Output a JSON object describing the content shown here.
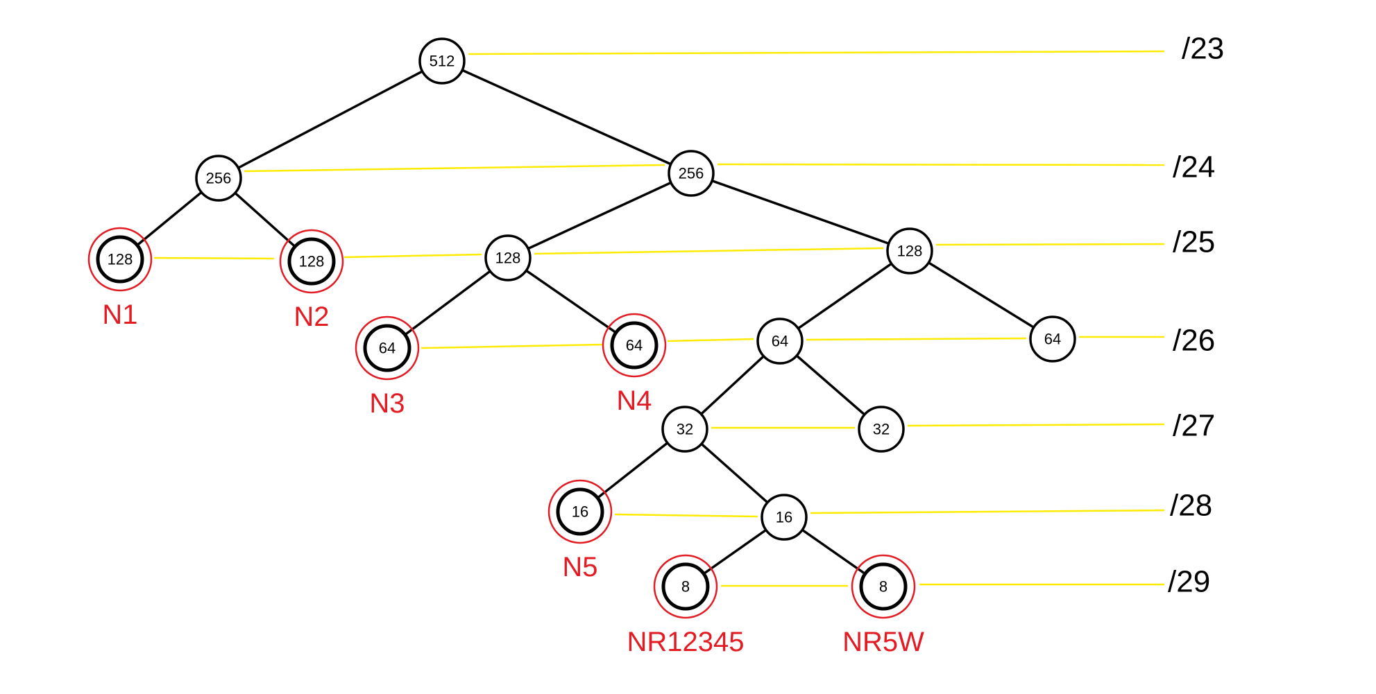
{
  "diagram": {
    "levels": [
      "/23",
      "/24",
      "/25",
      "/26",
      "/27",
      "/28",
      "/29"
    ],
    "nodes": [
      {
        "id": "root",
        "value": "512"
      },
      {
        "id": "l24a",
        "value": "256"
      },
      {
        "id": "l24b",
        "value": "256"
      },
      {
        "id": "n1",
        "value": "128",
        "name": "N1"
      },
      {
        "id": "n2",
        "value": "128",
        "name": "N2"
      },
      {
        "id": "l25c",
        "value": "128"
      },
      {
        "id": "l25d",
        "value": "128"
      },
      {
        "id": "n3",
        "value": "64",
        "name": "N3"
      },
      {
        "id": "n4",
        "value": "64",
        "name": "N4"
      },
      {
        "id": "l26c",
        "value": "64"
      },
      {
        "id": "l26d",
        "value": "64"
      },
      {
        "id": "l27a",
        "value": "32"
      },
      {
        "id": "l27b",
        "value": "32"
      },
      {
        "id": "n5",
        "value": "16",
        "name": "N5"
      },
      {
        "id": "l28b",
        "value": "16"
      },
      {
        "id": "nr12345",
        "value": "8",
        "name": "NR12345"
      },
      {
        "id": "nr5w",
        "value": "8",
        "name": "NR5W"
      }
    ],
    "edges": [
      [
        "root",
        "l24a"
      ],
      [
        "root",
        "l24b"
      ],
      [
        "l24a",
        "n1"
      ],
      [
        "l24a",
        "n2"
      ],
      [
        "l24b",
        "l25c"
      ],
      [
        "l24b",
        "l25d"
      ],
      [
        "l25c",
        "n3"
      ],
      [
        "l25c",
        "n4"
      ],
      [
        "l25d",
        "l26c"
      ],
      [
        "l25d",
        "l26d"
      ],
      [
        "l26c",
        "l27a"
      ],
      [
        "l26c",
        "l27b"
      ],
      [
        "l27a",
        "n5"
      ],
      [
        "l27a",
        "l28b"
      ],
      [
        "l28b",
        "nr12345"
      ],
      [
        "l28b",
        "nr5w"
      ]
    ],
    "colors": {
      "edge": "#000000",
      "guide": "#ffeb00",
      "highlight": "#e31b23"
    }
  }
}
